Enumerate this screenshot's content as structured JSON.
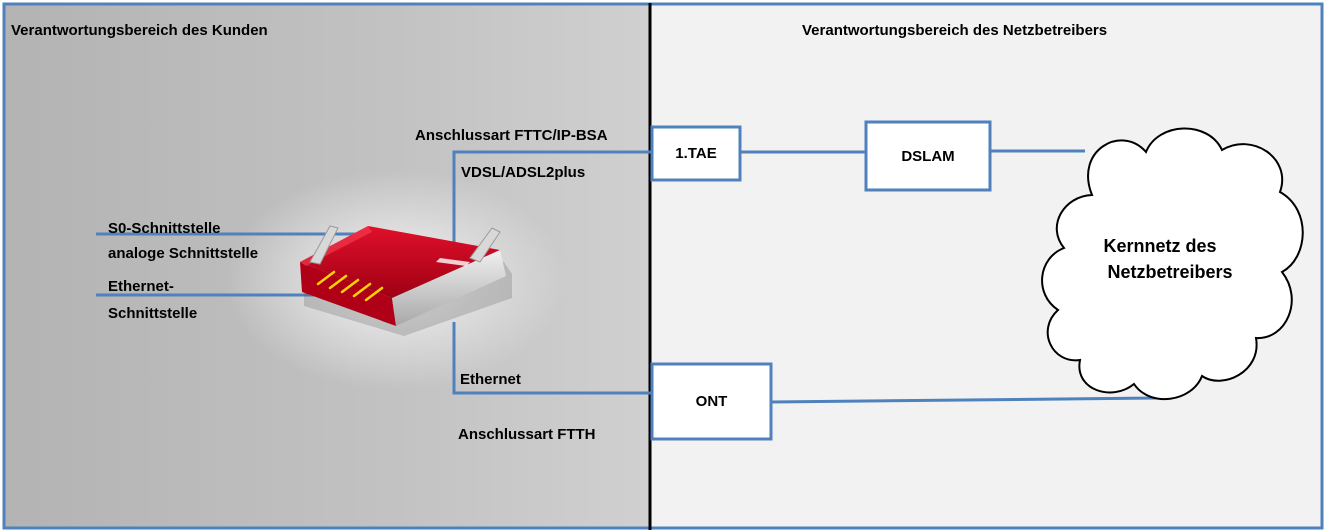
{
  "zones": {
    "customer_title": "Verantwortungsbereich des Kunden",
    "operator_title": "Verantwortungsbereich des Netzbetreibers"
  },
  "labels": {
    "fttc_type": "Anschlussart FTTC/IP-BSA",
    "vdsl": "VDSL/ADSL2plus",
    "s0": "S0-Schnittstelle",
    "analog": "analoge Schnittstelle",
    "ethernet_if_1": "Ethernet-",
    "ethernet_if_2": "Schnittstelle",
    "ethernet": "Ethernet",
    "ftth_type": "Anschlussart FTTH"
  },
  "nodes": {
    "tae": "1.TAE",
    "dslam": "DSLAM",
    "ont": "ONT",
    "core_line1": "Kernnetz des",
    "core_line2": "Netzbetreibers"
  },
  "colors": {
    "line_blue": "#4f81bd",
    "customer_bg": "#bfbfbf",
    "operator_bg": "#f2f2f2",
    "router_red": "#c0001a"
  }
}
